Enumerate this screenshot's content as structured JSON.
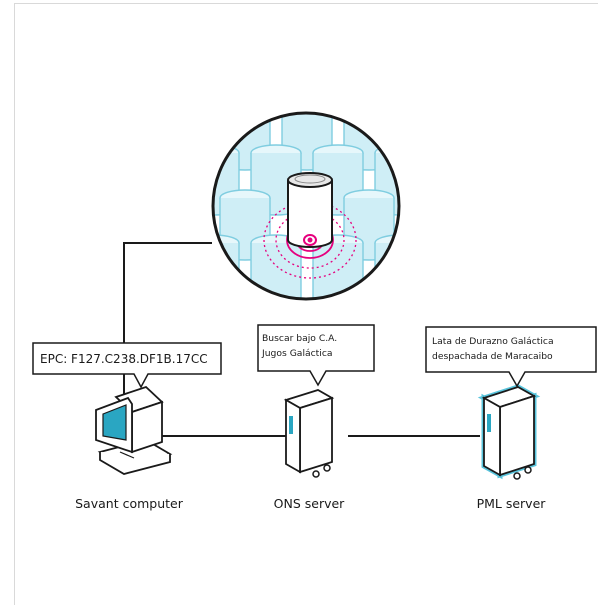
{
  "nodes": {
    "savant": {
      "label": "Savant computer"
    },
    "ons": {
      "label": "ONS server"
    },
    "pml": {
      "label": "PML server"
    }
  },
  "callouts": {
    "epc": {
      "text": "EPC: F127.C238.DF1B.17CC"
    },
    "ons_query": {
      "line1": "Buscar bajo C.A.",
      "line2": "Jugos Galáctica"
    },
    "pml_result": {
      "line1": "Lata de Durazno Galáctica",
      "line2": "despachada de Maracaibo"
    }
  },
  "colors": {
    "stroke": "#1a1a1a",
    "screen": "#2aa6c2",
    "can_fill": "#cfeef6",
    "can_stroke": "#7fcde0",
    "rf_signal": "#e6007e",
    "pml_glow": "#59c4dc"
  }
}
